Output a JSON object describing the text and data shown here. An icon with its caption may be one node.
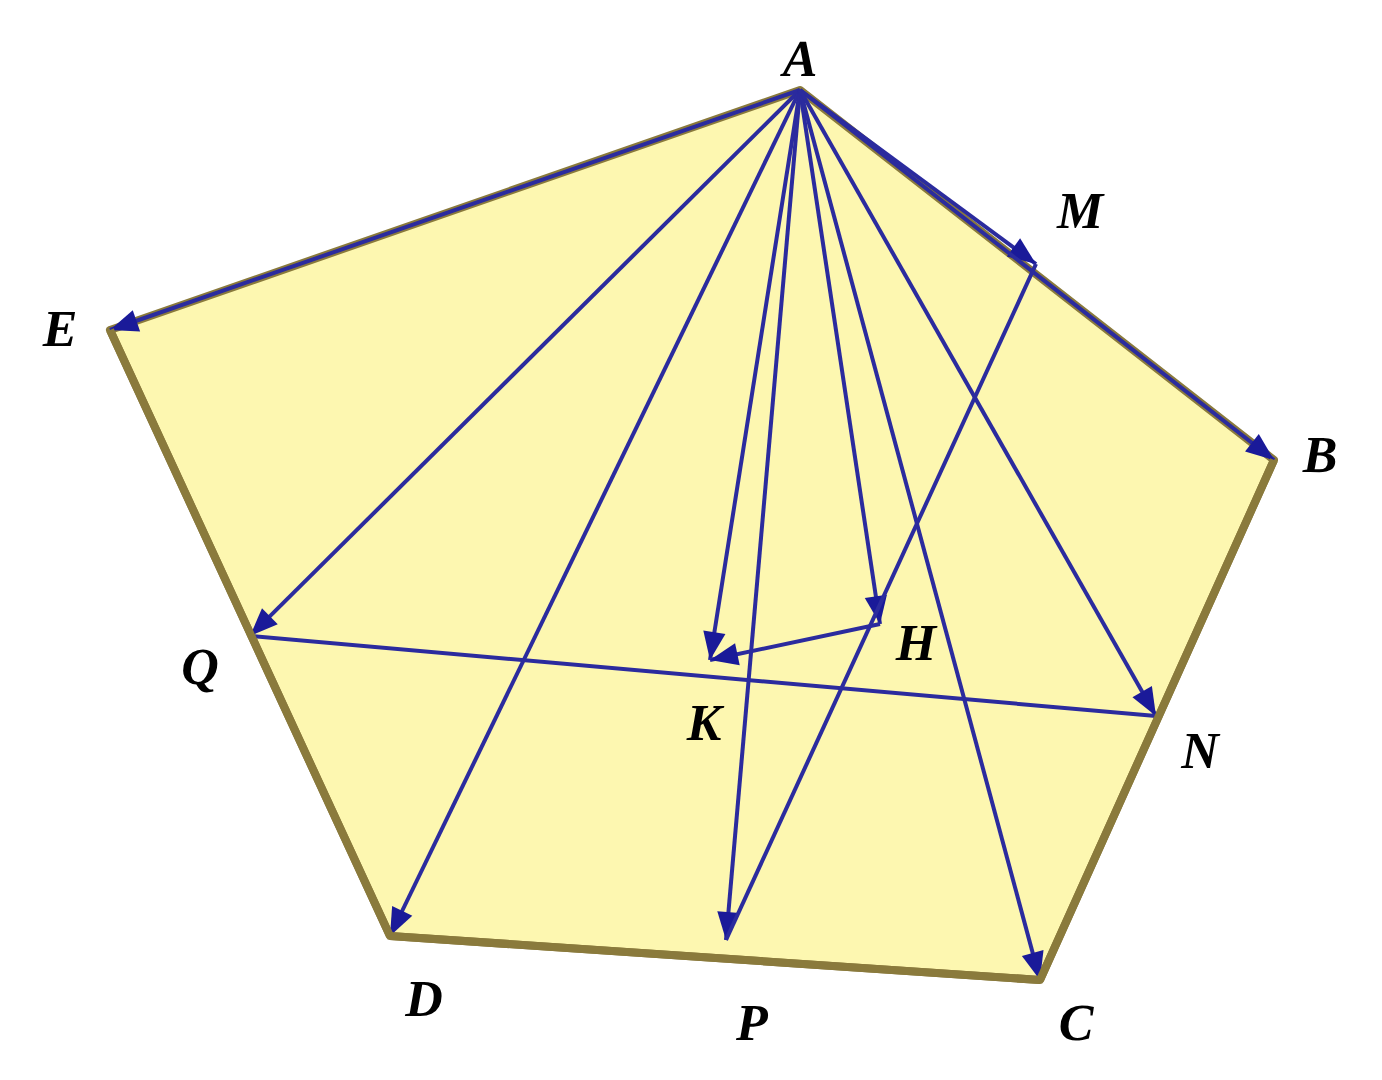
{
  "diagram": {
    "nodes": [
      {
        "text": [
          "A"
        ]
      },
      {
        "text": [
          "M"
        ]
      },
      {
        "text": [
          "E"
        ]
      },
      {
        "text": [
          "B"
        ]
      },
      {
        "text": [
          "H"
        ]
      },
      {
        "text": [
          "Q"
        ]
      },
      {
        "text": [
          "K"
        ]
      },
      {
        "text": [
          "N"
        ]
      },
      {
        "text": [
          "D"
        ]
      },
      {
        "text": [
          "P"
        ]
      },
      {
        "text": [
          "C"
        ]
      }
    ],
    "edges": [
      {
        "from": 0,
        "to": 2,
        "arrow": "to"
      },
      {
        "from": 0,
        "to": 1,
        "arrow": "to"
      },
      {
        "from": 0,
        "to": 3,
        "arrow": "to"
      },
      {
        "from": 0,
        "to": 5,
        "arrow": "to"
      },
      {
        "from": 0,
        "to": 8,
        "arrow": "to"
      },
      {
        "from": 0,
        "to": 6,
        "arrow": "to"
      },
      {
        "from": 0,
        "to": 9,
        "arrow": "to"
      },
      {
        "from": 0,
        "to": 4,
        "arrow": "to"
      },
      {
        "from": 0,
        "to": 10,
        "arrow": "to"
      },
      {
        "from": 0,
        "to": 7,
        "arrow": "to"
      },
      {
        "from": 4,
        "to": 6,
        "arrow": "to"
      },
      {
        "from": 5,
        "to": 7,
        "arrow": "none"
      },
      {
        "from": 1,
        "to": 9,
        "arrow": "none"
      },
      {
        "from": 2,
        "to": 8,
        "arrow": "none",
        "style": "thick",
        "color": "#8a7a3c"
      },
      {
        "from": 8,
        "to": 10,
        "arrow": "none",
        "style": "thick",
        "color": "#8a7a3c"
      },
      {
        "from": 10,
        "to": 3,
        "arrow": "none",
        "style": "thick",
        "color": "#8a7a3c"
      }
    ]
  }
}
